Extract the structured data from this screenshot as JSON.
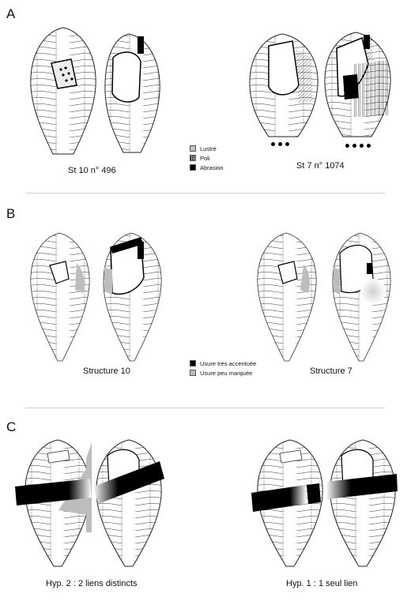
{
  "panels": [
    {
      "letter": "A",
      "captions": [
        "St 10 n° 496",
        "St 7 n° 1074"
      ]
    },
    {
      "letter": "B",
      "captions": [
        "Structure 10",
        "Structure 7"
      ]
    },
    {
      "letter": "C",
      "captions": [
        "Hyp. 2 : 2 liens distincts",
        "Hyp. 1 : 1 seul lien"
      ]
    }
  ],
  "legend_a": [
    {
      "label": "Lustré",
      "color": "#c2c2c2"
    },
    {
      "label": "Poli",
      "color": "#8a8a8a"
    },
    {
      "label": "Abrasion",
      "color": "#000000"
    }
  ],
  "legend_b": [
    {
      "label": "Usure très accentuée",
      "color": "#000000"
    },
    {
      "label": "Usure peu marquée",
      "color": "#bdbdbd"
    }
  ]
}
